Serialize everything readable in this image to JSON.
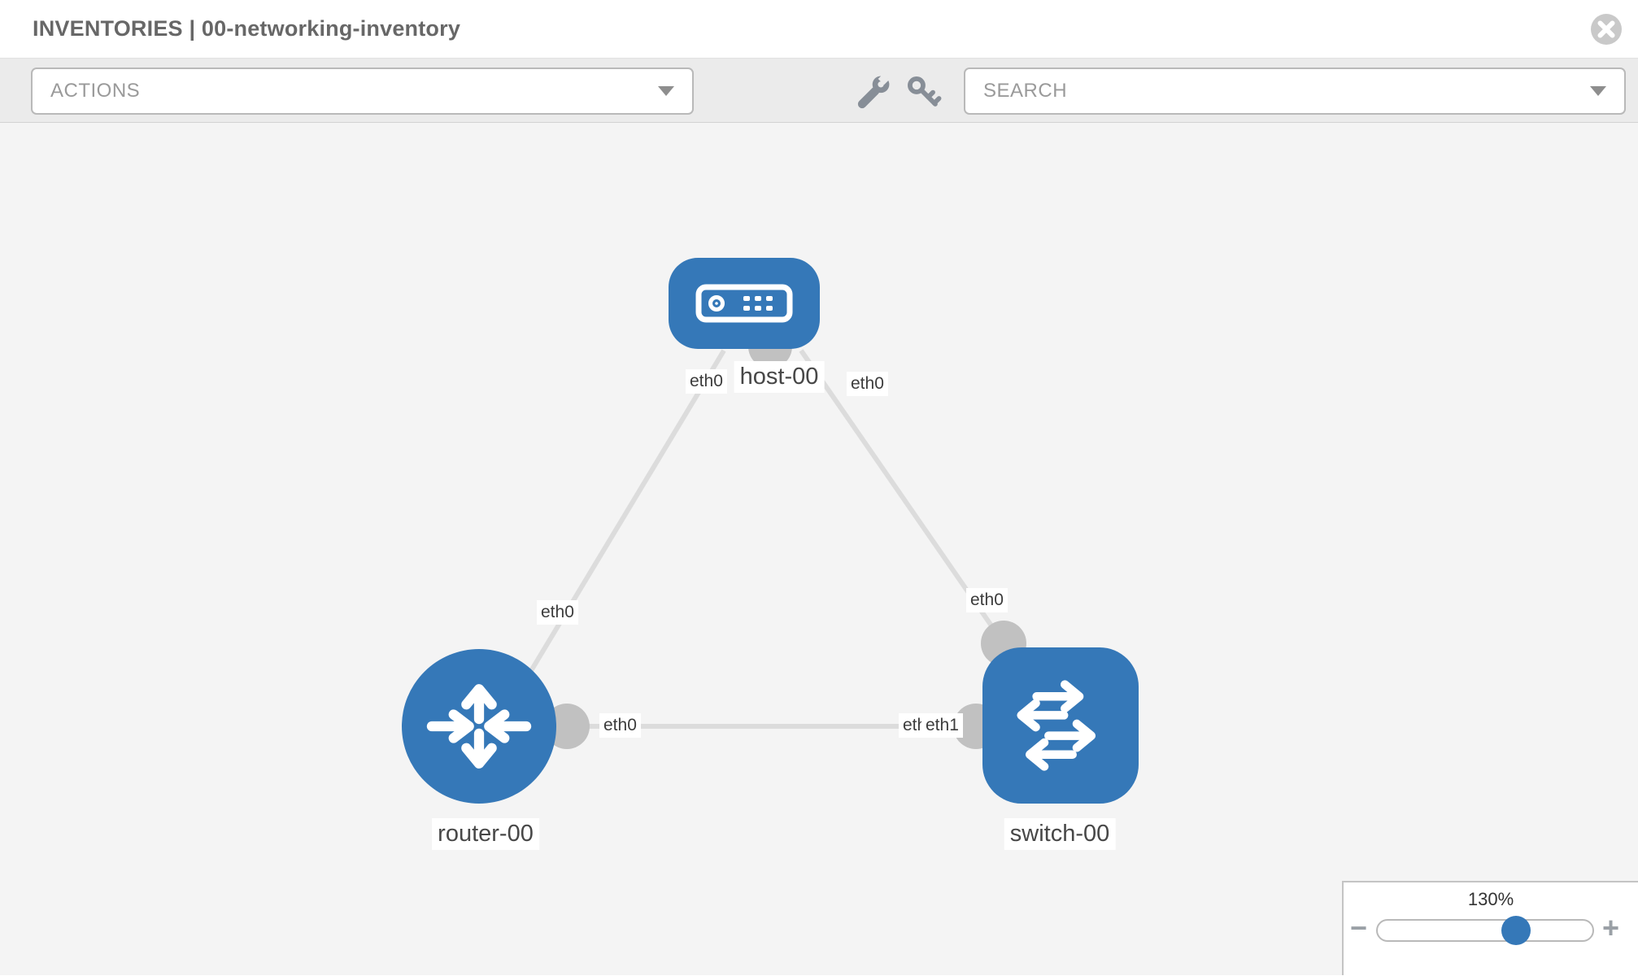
{
  "header": {
    "title": "INVENTORIES | 00-networking-inventory"
  },
  "toolbar": {
    "actions_label": "ACTIONS",
    "search_label": "SEARCH",
    "icons": [
      "wrench-icon",
      "key-icon"
    ]
  },
  "topology": {
    "nodes": [
      {
        "id": "host-00",
        "type": "host",
        "label": "host-00"
      },
      {
        "id": "router-00",
        "type": "router",
        "label": "router-00"
      },
      {
        "id": "switch-00",
        "type": "switch",
        "label": "switch-00"
      }
    ],
    "links": [
      {
        "from": "host-00",
        "to": "router-00",
        "from_iface": "eth0",
        "to_iface": "eth0"
      },
      {
        "from": "host-00",
        "to": "switch-00",
        "from_iface": "eth0",
        "to_iface": "eth0"
      },
      {
        "from": "router-00",
        "to": "switch-00",
        "from_iface": "eth0",
        "to_iface": "eth1"
      }
    ],
    "interface_labels": {
      "host_left": "eth0",
      "host_right": "eth0",
      "router_top": "eth0",
      "switch_top": "eth0",
      "router_right": "eth0",
      "switch_left_hidden": "eth0",
      "switch_left": "eth1"
    }
  },
  "zoom_control": {
    "value": "130%",
    "minus_icon": "−",
    "plus_icon": "+"
  },
  "colors": {
    "node_blue": "#3578b8",
    "link_gray": "#dcdcdc",
    "interface_gray": "#c1c1c1",
    "canvas_bg": "#f4f4f4",
    "toolbar_bg": "#ebebeb"
  }
}
